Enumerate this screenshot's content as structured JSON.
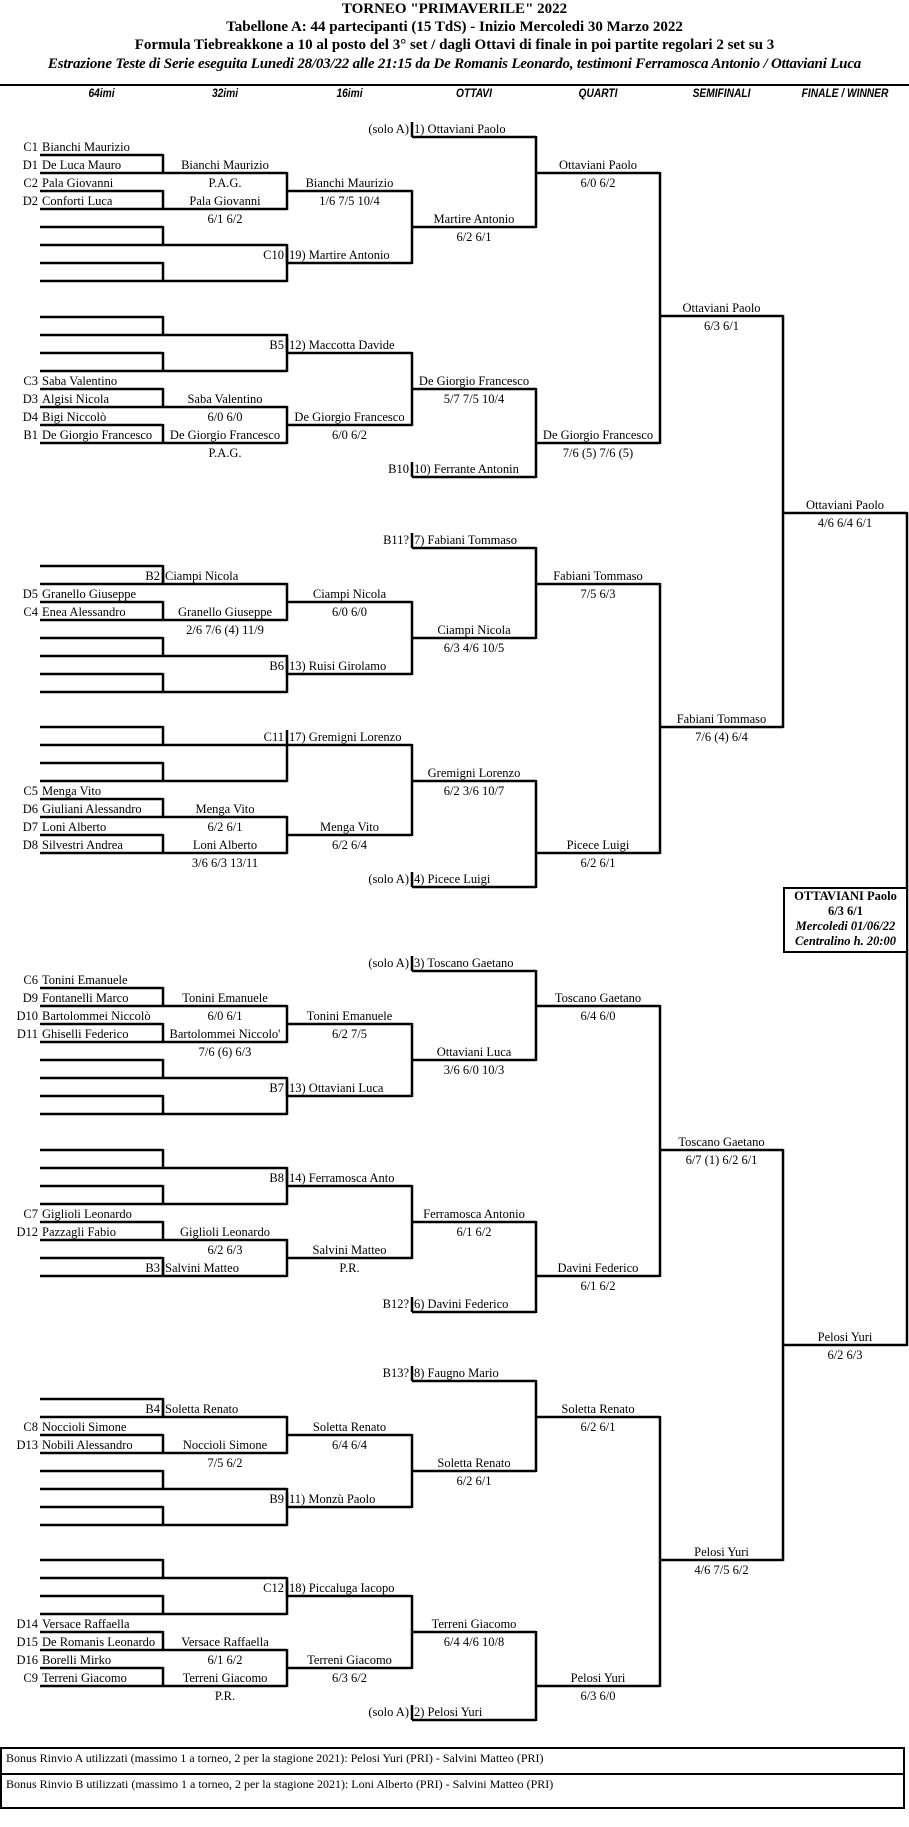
{
  "header": {
    "title": "TORNEO  \"PRIMAVERILE\"  2022",
    "subtitle": "Tabellone A: 44 partecipanti (15 TdS) - Inizio Mercoledi 30 Marzo 2022",
    "formula": "Formula Tiebreakkone a 10 al posto del 3° set / dagli Ottavi di finale in poi partite regolari 2 set su 3",
    "draw_note": "Estrazione Teste di Serie eseguita Lunedi 28/03/22 alle 21:15 da De Romanis Leonardo, testimoni Ferramosca Antonio / Ottaviani Luca"
  },
  "rounds": [
    "64imi",
    "32imi",
    "16imi",
    "OTTAVI",
    "QUARTI",
    "SEMIFINALI",
    "FINALE / WINNER"
  ],
  "entries": [
    {
      "seed": "C1",
      "name": "Bianchi Maurizio"
    },
    {
      "seed": "D1",
      "name": "De Luca Mauro"
    },
    {
      "seed": "C2",
      "name": "Pala Giovanni"
    },
    {
      "seed": "D2",
      "name": "Conforti Luca"
    },
    {
      "seed": "C3",
      "name": "Saba Valentino"
    },
    {
      "seed": "D3",
      "name": "Algisi Nicola"
    },
    {
      "seed": "D4",
      "name": "Bigi Niccolò"
    },
    {
      "seed": "B1",
      "name": "De Giorgio Francesco"
    },
    {
      "seed": "D5",
      "name": "Granello Giuseppe"
    },
    {
      "seed": "C4",
      "name": "Enea Alessandro"
    },
    {
      "seed": "C5",
      "name": "Menga Vito"
    },
    {
      "seed": "D6",
      "name": "Giuliani Alessandro"
    },
    {
      "seed": "D7",
      "name": "Loni Alberto"
    },
    {
      "seed": "D8",
      "name": "Silvestri Andrea"
    },
    {
      "seed": "C6",
      "name": "Tonini Emanuele"
    },
    {
      "seed": "D9",
      "name": "Fontanelli Marco"
    },
    {
      "seed": "D10",
      "name": "Bartolommei Niccolò"
    },
    {
      "seed": "D11",
      "name": "Ghiselli Federico"
    },
    {
      "seed": "C7",
      "name": "Giglioli Leonardo"
    },
    {
      "seed": "D12",
      "name": "Pazzagli Fabio"
    },
    {
      "seed": "C8",
      "name": "Noccioli Simone"
    },
    {
      "seed": "D13",
      "name": "Nobili Alessandro"
    },
    {
      "seed": "D14",
      "name": "Versace Raffaella"
    },
    {
      "seed": "D15",
      "name": "De Romanis Leonardo"
    },
    {
      "seed": "D16",
      "name": "Borelli Mirko"
    },
    {
      "seed": "C9",
      "name": "Terreni Giacomo"
    }
  ],
  "r32": [
    {
      "winner": "Bianchi Maurizio",
      "score": "P.A.G."
    },
    {
      "winner": "Pala Giovanni",
      "score": "6/1  6/2"
    },
    {
      "winner": "Saba Valentino",
      "score": "6/0  6/0"
    },
    {
      "winner": "De Giorgio Francesco",
      "score": "P.A.G."
    },
    {
      "seed": "B2",
      "winner": "Ciampi Nicola"
    },
    {
      "winner": "Granello Giuseppe",
      "score": "2/6  7/6 (4)  11/9"
    },
    {
      "winner": "Menga Vito",
      "score": "6/2  6/1"
    },
    {
      "winner": "Loni Alberto",
      "score": "3/6  6/3  13/11"
    },
    {
      "winner": "Tonini Emanuele",
      "score": "6/0  6/1"
    },
    {
      "winner": "Bartolommei Niccolo'",
      "score": "7/6 (6)  6/3"
    },
    {
      "winner": "Giglioli Leonardo",
      "score": "6/2  6/3"
    },
    {
      "seed": "B3",
      "winner": "Salvini Matteo"
    },
    {
      "seed": "B4",
      "winner": "Soletta Renato"
    },
    {
      "winner": "Noccioli Simone",
      "score": "7/5  6/2"
    },
    {
      "winner": "Versace Raffaella",
      "score": "6/1  6/2"
    },
    {
      "winner": "Terreni Giacomo",
      "score": "P.R."
    }
  ],
  "r16": [
    {
      "winner": "Bianchi Maurizio",
      "score": "1/6  7/5  10/4"
    },
    {
      "seed": "C10",
      "winner": "19) Martire Antonio"
    },
    {
      "seed": "B5",
      "winner": "12) Maccotta Davide"
    },
    {
      "winner": "De Giorgio Francesco",
      "score": "6/0  6/2"
    },
    {
      "winner": "Ciampi Nicola",
      "score": "6/0  6/0"
    },
    {
      "seed": "B6",
      "winner": "13) Ruisi Girolamo"
    },
    {
      "seed": "C11",
      "winner": "17) Gremigni Lorenzo"
    },
    {
      "winner": "Menga Vito",
      "score": "6/2  6/4"
    },
    {
      "winner": "Tonini Emanuele",
      "score": "6/2  7/5"
    },
    {
      "seed": "B7",
      "winner": "13) Ottaviani Luca"
    },
    {
      "seed": "B8",
      "winner": "14) Ferramosca Anto"
    },
    {
      "winner": "Salvini Matteo",
      "score": "P.R."
    },
    {
      "winner": "Soletta Renato",
      "score": "6/4  6/4"
    },
    {
      "seed": "B9",
      "winner": "11) Monzù Paolo"
    },
    {
      "seed": "C12",
      "winner": "18) Piccaluga Iacopo"
    },
    {
      "winner": "Terreni Giacomo",
      "score": "6/3  6/2"
    }
  ],
  "ottavi": [
    {
      "seed": "(solo A)",
      "winner": "1) Ottaviani Paolo"
    },
    {
      "winner": "Martire Antonio",
      "score": "6/2  6/1"
    },
    {
      "winner": "De Giorgio Francesco",
      "score": "5/7  7/5  10/4"
    },
    {
      "seed": "B10",
      "winner": "10) Ferrante Antonin"
    },
    {
      "seed": "B11?",
      "winner": "7) Fabiani Tommaso"
    },
    {
      "winner": "Ciampi Nicola",
      "score": "6/3  4/6  10/5"
    },
    {
      "winner": "Gremigni Lorenzo",
      "score": "6/2  3/6  10/7"
    },
    {
      "seed": "(solo A)",
      "winner": "4) Picece Luigi"
    },
    {
      "seed": "(solo A)",
      "winner": "3) Toscano Gaetano"
    },
    {
      "winner": "Ottaviani Luca",
      "score": "3/6  6/0  10/3"
    },
    {
      "winner": "Ferramosca Antonio",
      "score": "6/1  6/2"
    },
    {
      "seed": "B12?",
      "winner": "6) Davini Federico"
    },
    {
      "seed": "B13?",
      "winner": "8) Faugno Mario"
    },
    {
      "winner": "Soletta Renato",
      "score": "6/2  6/1"
    },
    {
      "winner": "Terreni Giacomo",
      "score": "6/4  4/6  10/8"
    },
    {
      "seed": "(solo A)",
      "winner": "2) Pelosi Yuri"
    }
  ],
  "quarti": [
    {
      "winner": "Ottaviani Paolo",
      "score": "6/0  6/2"
    },
    {
      "winner": "De Giorgio Francesco",
      "score": "7/6 (5)  7/6 (5)"
    },
    {
      "winner": "Fabiani Tommaso",
      "score": "7/5  6/3"
    },
    {
      "winner": "Picece Luigi",
      "score": "6/2  6/1"
    },
    {
      "winner": "Toscano Gaetano",
      "score": "6/4  6/0"
    },
    {
      "winner": "Davini Federico",
      "score": "6/1  6/2"
    },
    {
      "winner": "Soletta Renato",
      "score": "6/2  6/1"
    },
    {
      "winner": "Pelosi Yuri",
      "score": "6/3  6/0"
    }
  ],
  "semifinali": [
    {
      "winner": "Ottaviani Paolo",
      "score": "6/3  6/1"
    },
    {
      "winner": "Fabiani Tommaso",
      "score": "7/6 (4)  6/4"
    },
    {
      "winner": "Toscano Gaetano",
      "score": "6/7 (1)  6/2  6/1"
    },
    {
      "winner": "Pelosi Yuri",
      "score": "4/6  7/5  6/2"
    }
  ],
  "finale": [
    {
      "winner": "Ottaviani Paolo",
      "score": "4/6  6/4  6/1"
    },
    {
      "winner": "Pelosi Yuri",
      "score": "6/2  6/3"
    }
  ],
  "champion": {
    "name": "OTTAVIANI  Paolo",
    "score": "6/3  6/1",
    "date": "Mercoledi 01/06/22",
    "venue": "Centralino h. 20:00"
  },
  "bonus": {
    "a": "Bonus Rinvio A utilizzati (massimo 1 a torneo, 2 per la stagione 2021): Pelosi Yuri (PRI) - Salvini Matteo (PRI)",
    "b": "Bonus Rinvio B utilizzati (massimo 1 a torneo, 2 per la stagione 2021): Loni Alberto (PRI) - Salvini Matteo (PRI)"
  }
}
